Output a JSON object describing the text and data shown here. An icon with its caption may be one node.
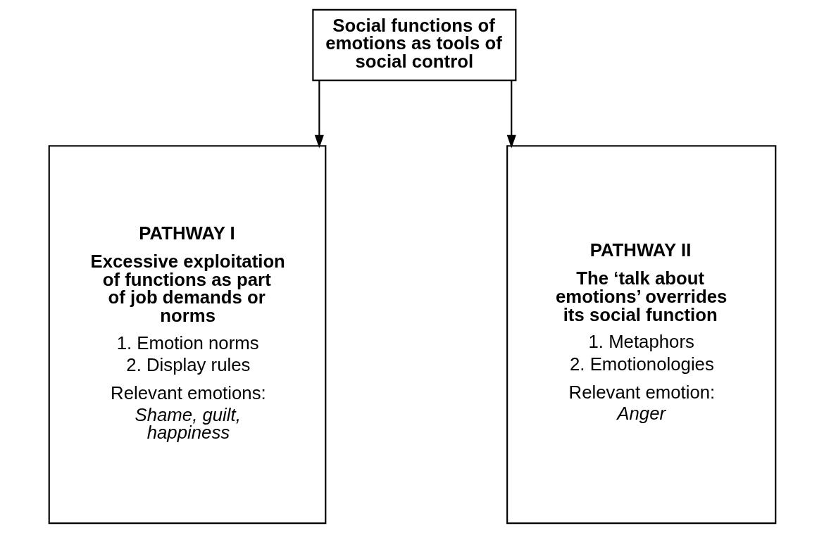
{
  "diagram": {
    "nodes": [
      {
        "text": [
          "Social functions of emotions as tools of social control"
        ]
      },
      {
        "text": [
          "PATHWAY I",
          "Excessive exploitation of functions as part of job demands or norms",
          "1. Emotion norms",
          "2. Display rules",
          "Relevant emotions:",
          "Shame, guilt, happiness"
        ]
      },
      {
        "text": [
          "PATHWAY II",
          "The ‘talk about emotions’ overrides its social function",
          "1. Metaphors",
          "2. Emotionologies",
          "Relevant emotion:",
          "Anger"
        ]
      }
    ],
    "edges": [
      {
        "from": 0,
        "to": 1,
        "arrow": "to"
      },
      {
        "from": 0,
        "to": 2,
        "arrow": "to"
      }
    ]
  }
}
